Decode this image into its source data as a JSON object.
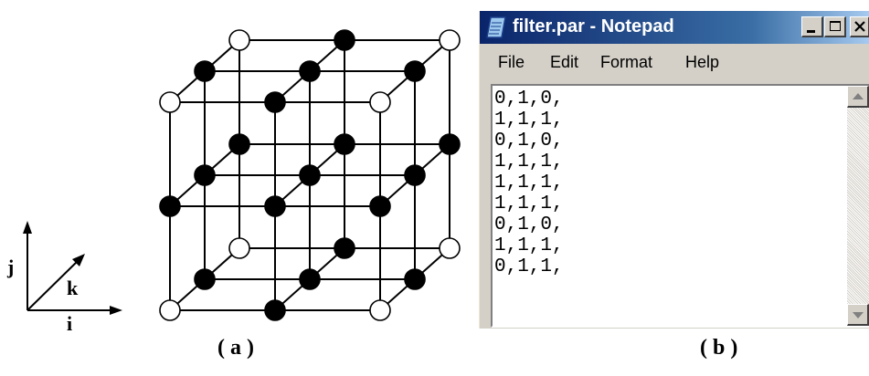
{
  "figure": {
    "axes": {
      "j": "j",
      "k": "k",
      "i": "i"
    },
    "caption_a": "( a )",
    "caption_b": "( b )",
    "lattice_colors": {
      "filled": "#000000",
      "hollow": "#ffffff",
      "line": "#000000"
    }
  },
  "notepad": {
    "title": "filter.par - Notepad",
    "app_icon": "notepad-icon",
    "controls": [
      "minimize-icon",
      "maximize-icon",
      "close-icon"
    ],
    "menu": {
      "file": "File",
      "edit": "Edit",
      "format": "Format",
      "help": "Help"
    },
    "lines": [
      "0,1,0,",
      "1,1,1,",
      "0,1,0,",
      "1,1,1,",
      "1,1,1,",
      "1,1,1,",
      "0,1,0,",
      "1,1,1,",
      "0,1,1,"
    ],
    "colors": {
      "titlebar": "#0a246a",
      "window": "#d4d0c8"
    }
  }
}
